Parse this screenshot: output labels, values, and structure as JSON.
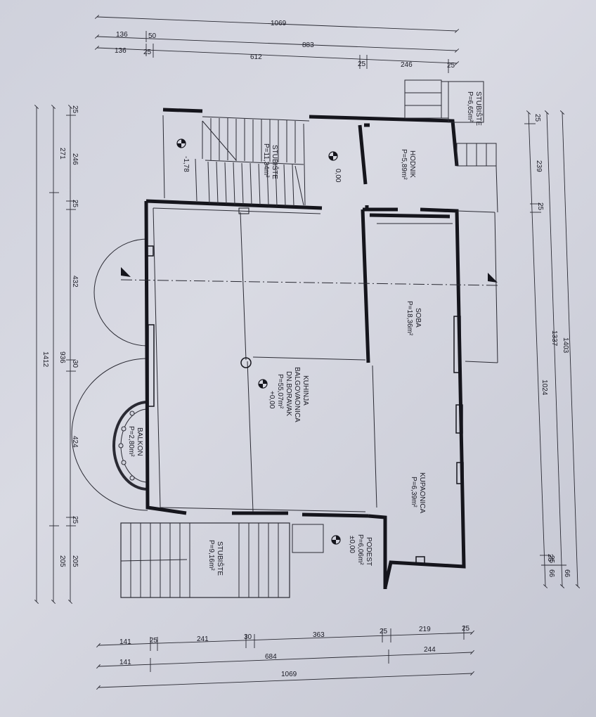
{
  "dimensions": {
    "top": {
      "row1": [
        "1069"
      ],
      "row2": [
        "136",
        "50",
        "883"
      ],
      "row3": [
        "136",
        "25",
        "612",
        "25",
        "246",
        "25"
      ]
    },
    "bottom": {
      "row1": [
        "141",
        "25",
        "241",
        "30",
        "363",
        "25",
        "219",
        "25"
      ],
      "row2": [
        "141",
        "684",
        "244"
      ],
      "row3": [
        "1069"
      ]
    },
    "left": {
      "col1": [
        "1412"
      ],
      "col2": [
        "271",
        "936",
        "205"
      ],
      "col3": [
        "25",
        "246",
        "25",
        "432",
        "30",
        "424",
        "25",
        "205"
      ]
    },
    "right": {
      "col1": [
        "1403",
        "66"
      ],
      "col2": [
        "1337",
        "25",
        "66"
      ],
      "col3": [
        "25",
        "239",
        "25",
        "1024",
        "25"
      ]
    }
  },
  "rooms": {
    "stubiste_top_right": {
      "name": "STUBIŠTE",
      "area": "P=6,65m²"
    },
    "hodnik": {
      "name": "HODNIK",
      "area": "P=5,89m²"
    },
    "stubiste_top_left": {
      "name": "STUBIŠTE",
      "area": "P=11,34m²"
    },
    "soba": {
      "name": "SOBA",
      "area": "P=18,36m²"
    },
    "kuhinja": {
      "line1": "KUHINJA",
      "line2": "BALGOVAONICA",
      "line3": "DN.BORAVAK",
      "area": "P=55,07m²",
      "level": "+0,00"
    },
    "balkon": {
      "name": "BALKON",
      "area": "P=2,80m²"
    },
    "kupaonica": {
      "name": "KUPAONICA",
      "area": "P=6,39m²"
    },
    "podest": {
      "name": "PODEST",
      "area": "P=6,06m²",
      "level": "±0,00"
    },
    "stubiste_bottom": {
      "name": "STUBIŠTE",
      "area": "P=9,16m²"
    }
  },
  "levels": {
    "stair_level": "-1,78",
    "hall_level": "0,00"
  }
}
